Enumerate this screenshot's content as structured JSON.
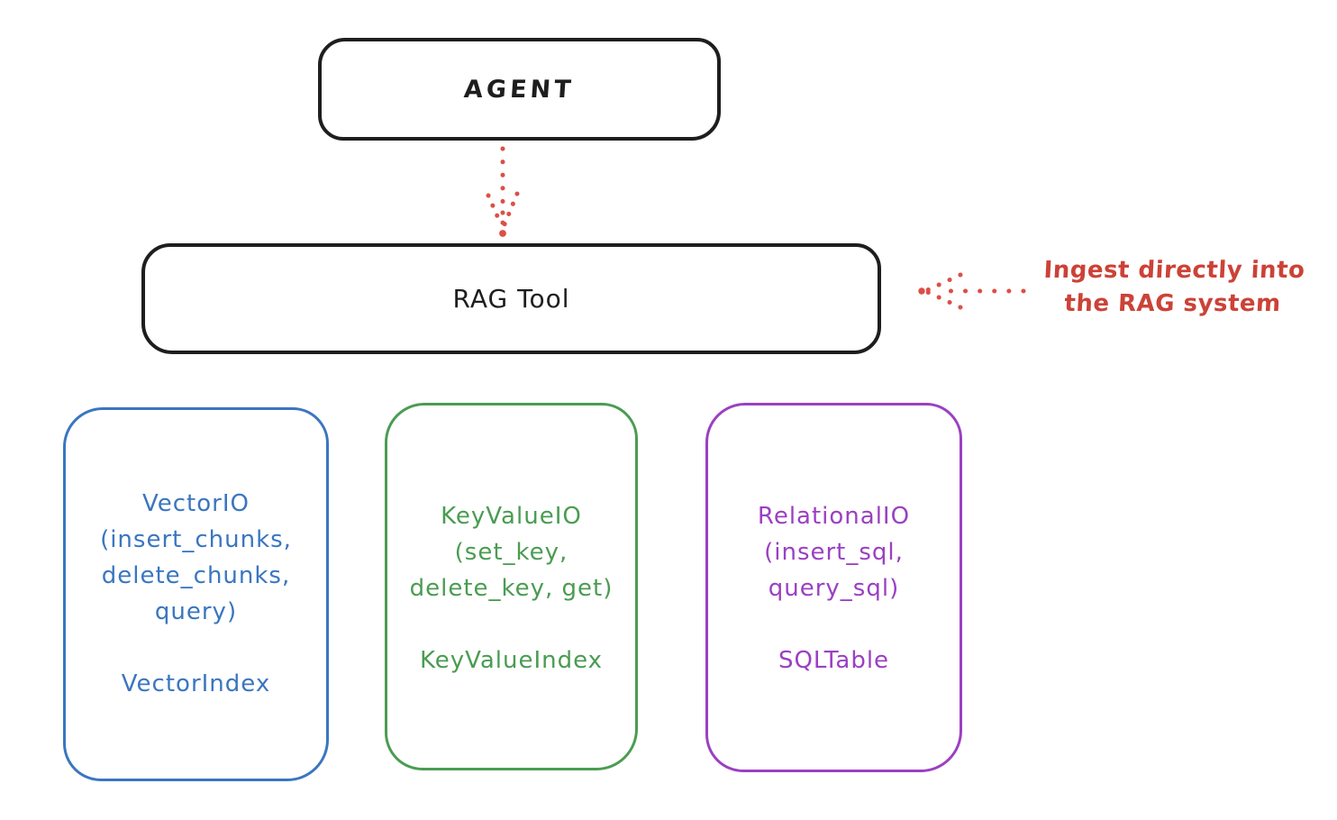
{
  "diagram": {
    "agent": {
      "label": "AGENT"
    },
    "rag_tool": {
      "label": "RAG Tool"
    },
    "agent_to_rag_arrow": {
      "style": "dotted",
      "direction": "down",
      "color": "#dc4f46"
    },
    "annotation": {
      "line1": "Ingest directly into",
      "line2": "the RAG system",
      "color": "#cc4237",
      "arrow_style": "dotted",
      "arrow_direction": "left-toward-rag-tool"
    },
    "storage": [
      {
        "io_class": "VectorIO",
        "methods": [
          "(insert_chunks,",
          "delete_chunks,",
          "query)"
        ],
        "index_class": "VectorIndex",
        "color": "#3a76c0"
      },
      {
        "io_class": "KeyValueIO",
        "methods": [
          "(set_key,",
          "delete_key, get)"
        ],
        "index_class": "KeyValueIndex",
        "color": "#4a9c52"
      },
      {
        "io_class": "RelationalIO",
        "methods": [
          "(insert_sql,",
          "query_sql)"
        ],
        "index_class": "SQLTable",
        "color": "#9b40c2"
      }
    ],
    "colors": {
      "outline": "#1e1e1e",
      "background": "#ffffff"
    }
  }
}
